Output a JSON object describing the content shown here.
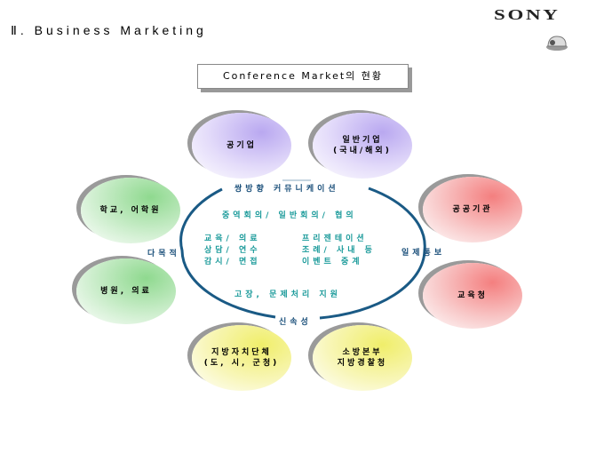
{
  "header": {
    "title": "Ⅱ. Business Marketing",
    "logo": "SONY",
    "camera_icon": "ptz-camera-icon"
  },
  "heading": "Conference Market의 현황",
  "ring_labels": {
    "top": "쌍방향 커뮤니케이션",
    "bottom": "신속성",
    "left": "다목적",
    "right": "일제통보"
  },
  "inner": {
    "meeting": "중역회의/ 일반회의/ 협의",
    "left_col": [
      "교육/ 의료",
      "상담/ 연수",
      "감시/ 면접"
    ],
    "right_col": [
      "프리젠테이션",
      "조례/ 사내 등",
      "이벤트 중계"
    ],
    "support": "고장, 문제처리 지원"
  },
  "markets": [
    {
      "lines": [
        "공기업"
      ],
      "color": "purple"
    },
    {
      "lines": [
        "일반기업",
        "(국내/해외)"
      ],
      "color": "purple"
    },
    {
      "lines": [
        "학교, 어학원"
      ],
      "color": "green"
    },
    {
      "lines": [
        "공공기관"
      ],
      "color": "red"
    },
    {
      "lines": [
        "병원, 의료"
      ],
      "color": "green"
    },
    {
      "lines": [
        "교육청"
      ],
      "color": "red"
    },
    {
      "lines": [
        "지방자치단체",
        "(도, 시, 군청)"
      ],
      "color": "yellow"
    },
    {
      "lines": [
        "소방본부",
        "지방경찰청"
      ],
      "color": "yellow"
    }
  ],
  "colors": {
    "ring": "#1a5a85",
    "teal_text": "#1a9a9a",
    "navy_text": "#1a4f7a"
  }
}
